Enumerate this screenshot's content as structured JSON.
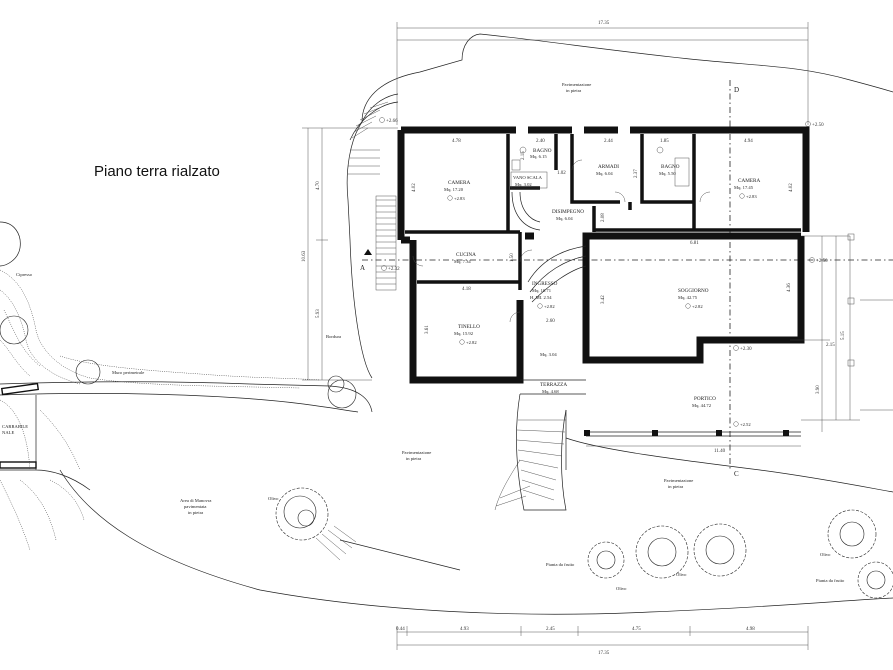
{
  "sheet": {
    "title": "Piano terra rialzato"
  },
  "rooms": [
    {
      "name": "CAMERA",
      "area": "Mq. 17.20",
      "level": "+2.83"
    },
    {
      "name": "BAGNO",
      "area": "Mq. 6.15"
    },
    {
      "name": "VANO SCALA",
      "area": "Mq. 3.02"
    },
    {
      "name": "ARMADI",
      "area": "Mq. 6.04"
    },
    {
      "name": "BAGNO",
      "area": "Mq. 5.50"
    },
    {
      "name": "CAMERA",
      "area": "Mq. 17.45",
      "level": "+2.83"
    },
    {
      "name": "DISIMPEGNO",
      "area": "Mq. 6.04"
    },
    {
      "name": "CUCINA",
      "area": "Mq. 7.34"
    },
    {
      "name": "INGRESSO",
      "area": "Mq. 10.71",
      "extra": "H. MI. 2.54",
      "level": "+2.82"
    },
    {
      "name": "SOGGIORNO",
      "area": "Mq. 42.75",
      "level": "+2.82"
    },
    {
      "name": "TINELLO",
      "area": "Mq. 15.92",
      "level": "+2.82"
    },
    {
      "name": "TERRAZZA",
      "area": "Mq. 4.68"
    },
    {
      "name": "PORTICO",
      "area": "Mq. 44.72",
      "level": "+2.52"
    }
  ],
  "misc_labels": {
    "pav_top": [
      "Pavimentazione",
      "in pietra"
    ],
    "pav_mid": [
      "Pavimentazione",
      "in pietra"
    ],
    "pav_right": [
      "Pavimentazione",
      "in pietra"
    ],
    "area_manovra": [
      "Area di Manovra",
      "pavimentata",
      "in pietra"
    ],
    "carrabile": [
      "CARRABILE",
      "NALE"
    ],
    "olivo_1": "Olivo",
    "olivo_2": "Olivo",
    "olivo_3": "Olivo",
    "olivo_4": "Olivo",
    "pianta_frutto_1": "Pianta da frutto",
    "pianta_frutto_2": "Pianta da frutto",
    "cipresso": "Cipresso",
    "muro_bordo": "Muro perimetrale",
    "bordura": "Bordura",
    "mq_small": "Mq. 3.04"
  },
  "levels": {
    "top_left": "+2.66",
    "top_right": "+2.50",
    "left": "+2.32",
    "right": "+2.50",
    "portico_right": "+2.30"
  },
  "sections": {
    "a_left": "A",
    "d_top": "D",
    "c_bottom": "C"
  },
  "dimensions": {
    "top_total": "17.35",
    "bottom_total": "17.35",
    "bottom_chain": [
      "0.44",
      "4.93",
      "2.45",
      "4.75",
      "4.98"
    ],
    "top_room_widths": [
      "4.78",
      "2.40",
      "2.44",
      "1.85",
      "4.94"
    ],
    "soggiorno_width": "6.81",
    "tinello_width": "4.18",
    "ingresso_width": "2.60",
    "portico_width": "11.40",
    "left_vertical_total": "10.63",
    "left_vertical_parts": [
      "4.70",
      "5.93"
    ],
    "camera_l_height": "4.02",
    "camera_r_height": "4.02",
    "tinello_height": "3.61",
    "soggiorno_height": "4.36",
    "portico_height": "3.90",
    "ingresso_height": "3.42",
    "cucina_h": "1.50",
    "bagno_h": "2.15",
    "armadi_h": "2.37",
    "disimpegno_w": "1.02",
    "disimpegno_h": "2.08",
    "right_side_1": "5.15",
    "right_side_2": "2.15"
  }
}
